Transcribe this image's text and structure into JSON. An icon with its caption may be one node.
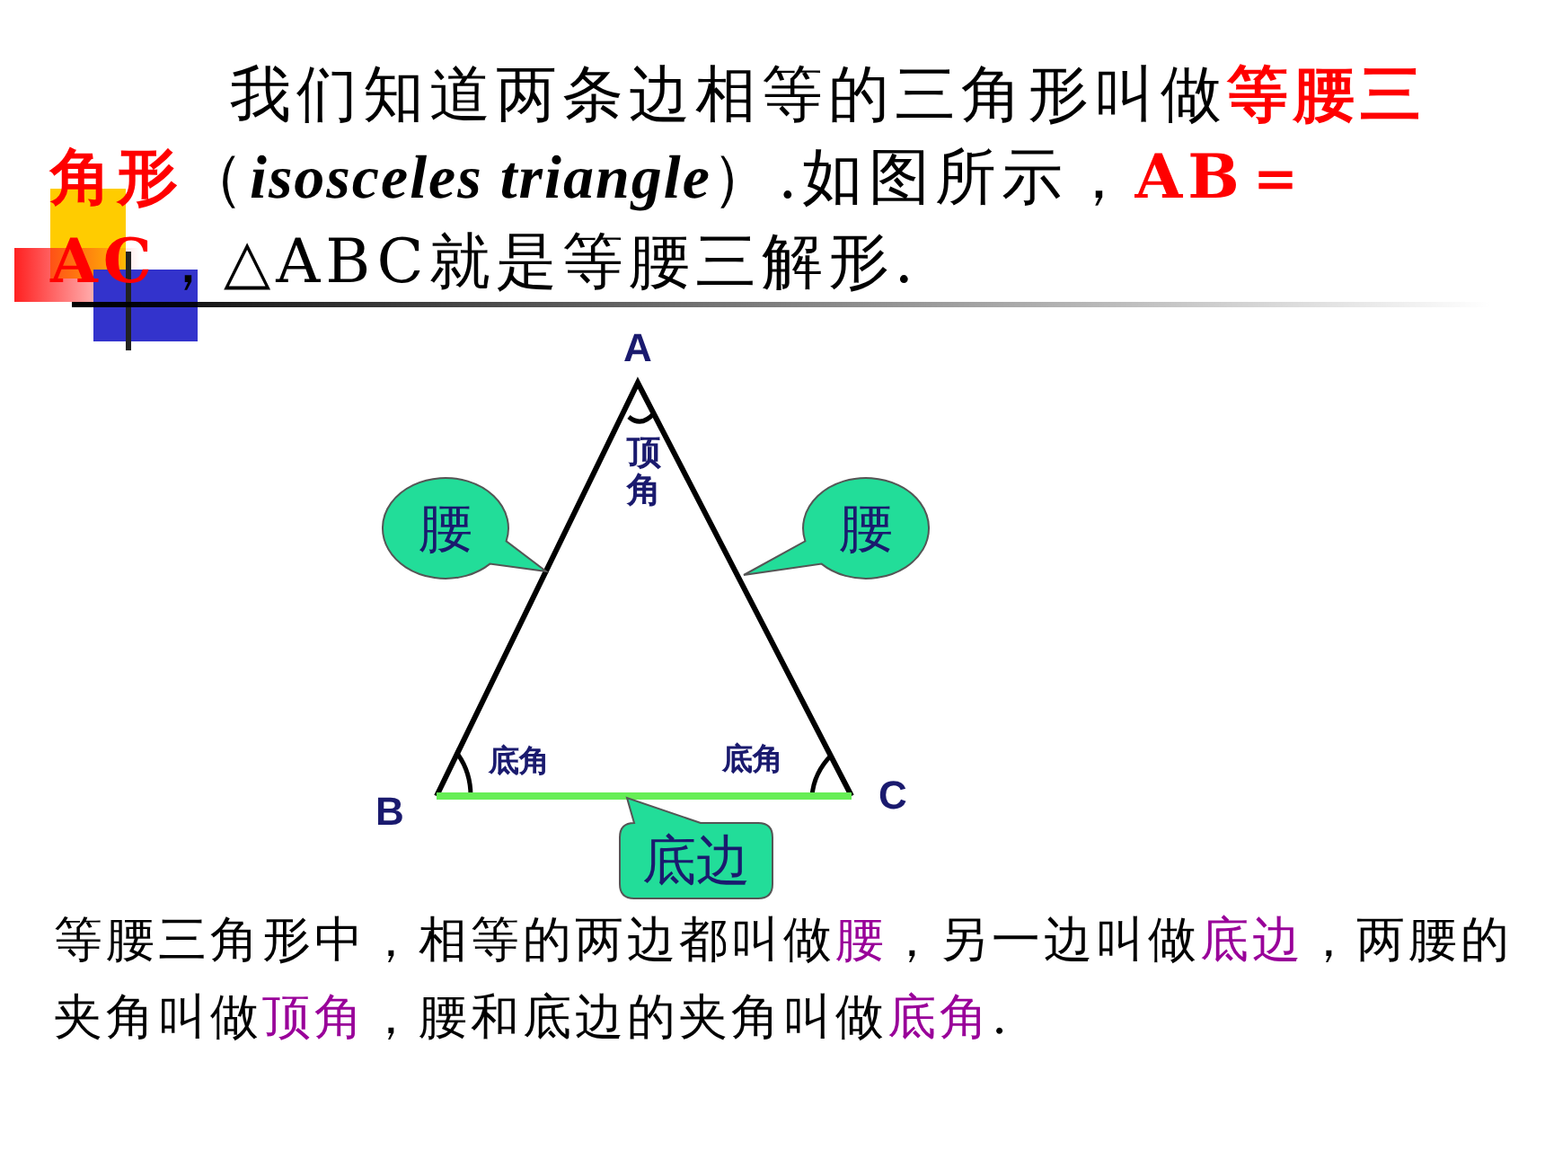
{
  "diagram": {
    "nodes": [
      {
        "text": [
          "腰"
        ]
      },
      {
        "text": [
          "腰"
        ]
      },
      {
        "text": [
          "底边"
        ]
      }
    ],
    "labels": [
      "我们知道两条边相等的三角形叫做**等腰三角形**（*isosceles triangle*）.如图所示，**AB＝AC**，△ABC就是等腰三解形.",
      "A",
      "顶角",
      "底角",
      "底角",
      "B",
      "C",
      "等腰三角形中，相等的两边都叫做**腰**，另一边叫做**底边**，两腰的夹角叫做**顶角**，腰和底边的夹角叫做**底角**."
    ]
  }
}
